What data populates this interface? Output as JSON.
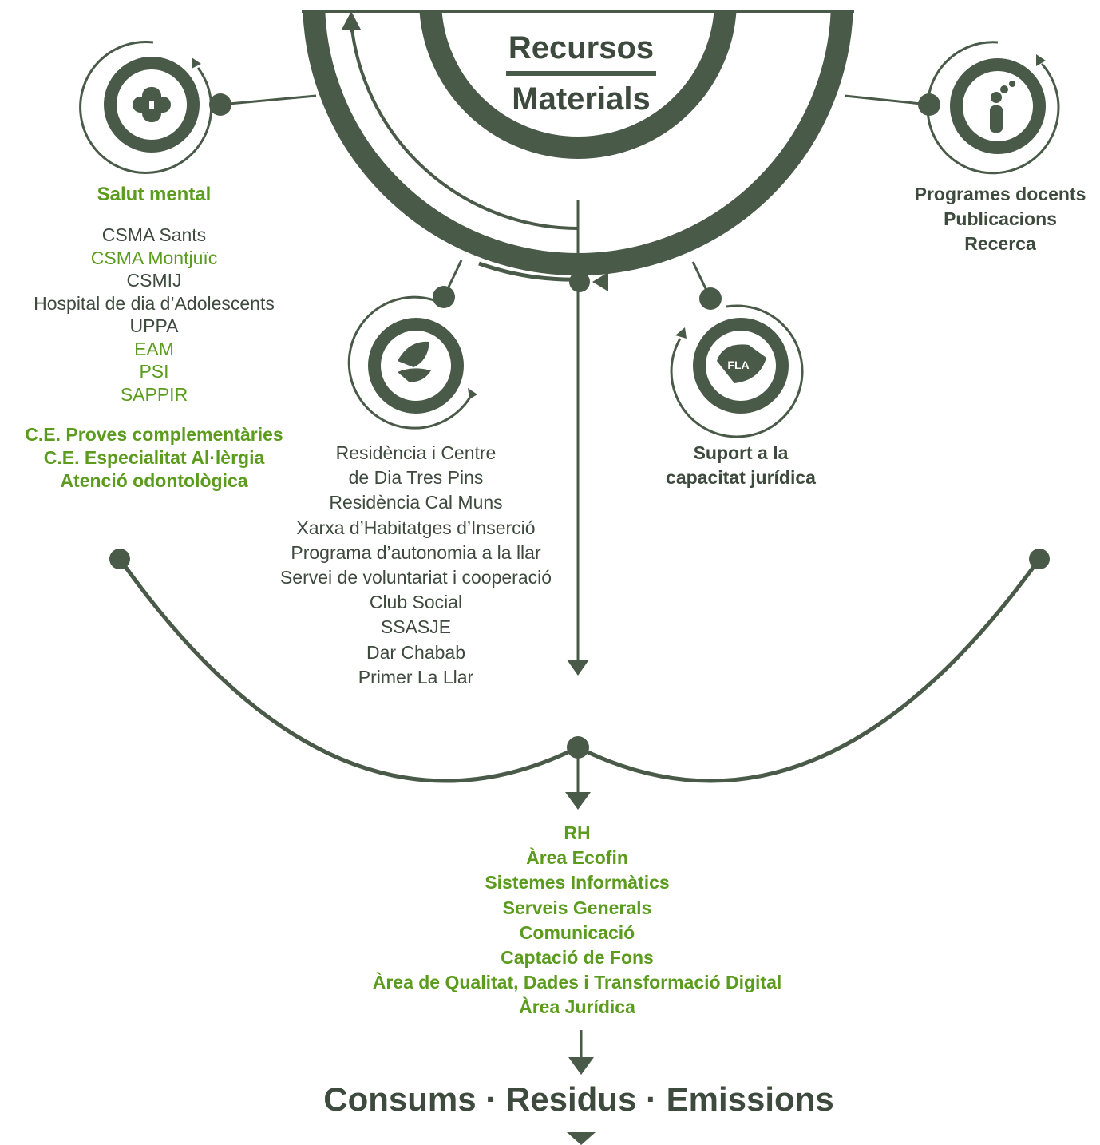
{
  "colors": {
    "dark": "#4a5a48",
    "green": "#5b9b1d",
    "text": "#3e4a3e",
    "bg": "#ffffff"
  },
  "center": {
    "line1": "Recursos",
    "line2": "Materials"
  },
  "salut": {
    "icon": "medical-cross-icon",
    "title": "Salut mental",
    "items": [
      {
        "label": "CSMA Sants",
        "color": "dark"
      },
      {
        "label": "CSMA Montjuïc",
        "color": "green"
      },
      {
        "label": "CSMIJ",
        "color": "dark"
      },
      {
        "label": "Hospital de dia d’Adolescents",
        "color": "dark"
      },
      {
        "label": "UPPA",
        "color": "dark"
      },
      {
        "label": "EAM",
        "color": "green"
      },
      {
        "label": "PSI",
        "color": "green"
      },
      {
        "label": "SAPPIR",
        "color": "green"
      }
    ],
    "ce": [
      "C.E. Proves complementàries",
      "C.E. Especialitat Al·lèrgia",
      "Atenció odontològica"
    ]
  },
  "programes": {
    "icon": "info-person-icon",
    "lines": [
      "Programes docents",
      "Publicacions",
      "Recerca"
    ]
  },
  "residencia": {
    "icon": "leaf-icon",
    "items": [
      "Residència i Centre",
      "de Dia Tres Pins",
      "Residència Cal Muns",
      "Xarxa d’Habitatges d’Inserció",
      "Programa d’autonomia a la llar",
      "Servei de voluntariat i cooperació",
      "Club Social",
      "SSASJE",
      "Dar Chabab",
      "Primer La Llar"
    ]
  },
  "suport": {
    "icon": "fla-leaf-icon",
    "logo_text": "FLA",
    "lines": [
      "Suport a la",
      "capacitat jurídica"
    ]
  },
  "areas": [
    "RH",
    "Àrea Ecofin",
    "Sistemes Informàtics",
    "Serveis Generals",
    "Comunicació",
    "Captació de Fons",
    "Àrea de Qualitat, Dades i Transformació Digital",
    "Àrea Jurídica"
  ],
  "footer": "Consums · Residus · Emissions"
}
